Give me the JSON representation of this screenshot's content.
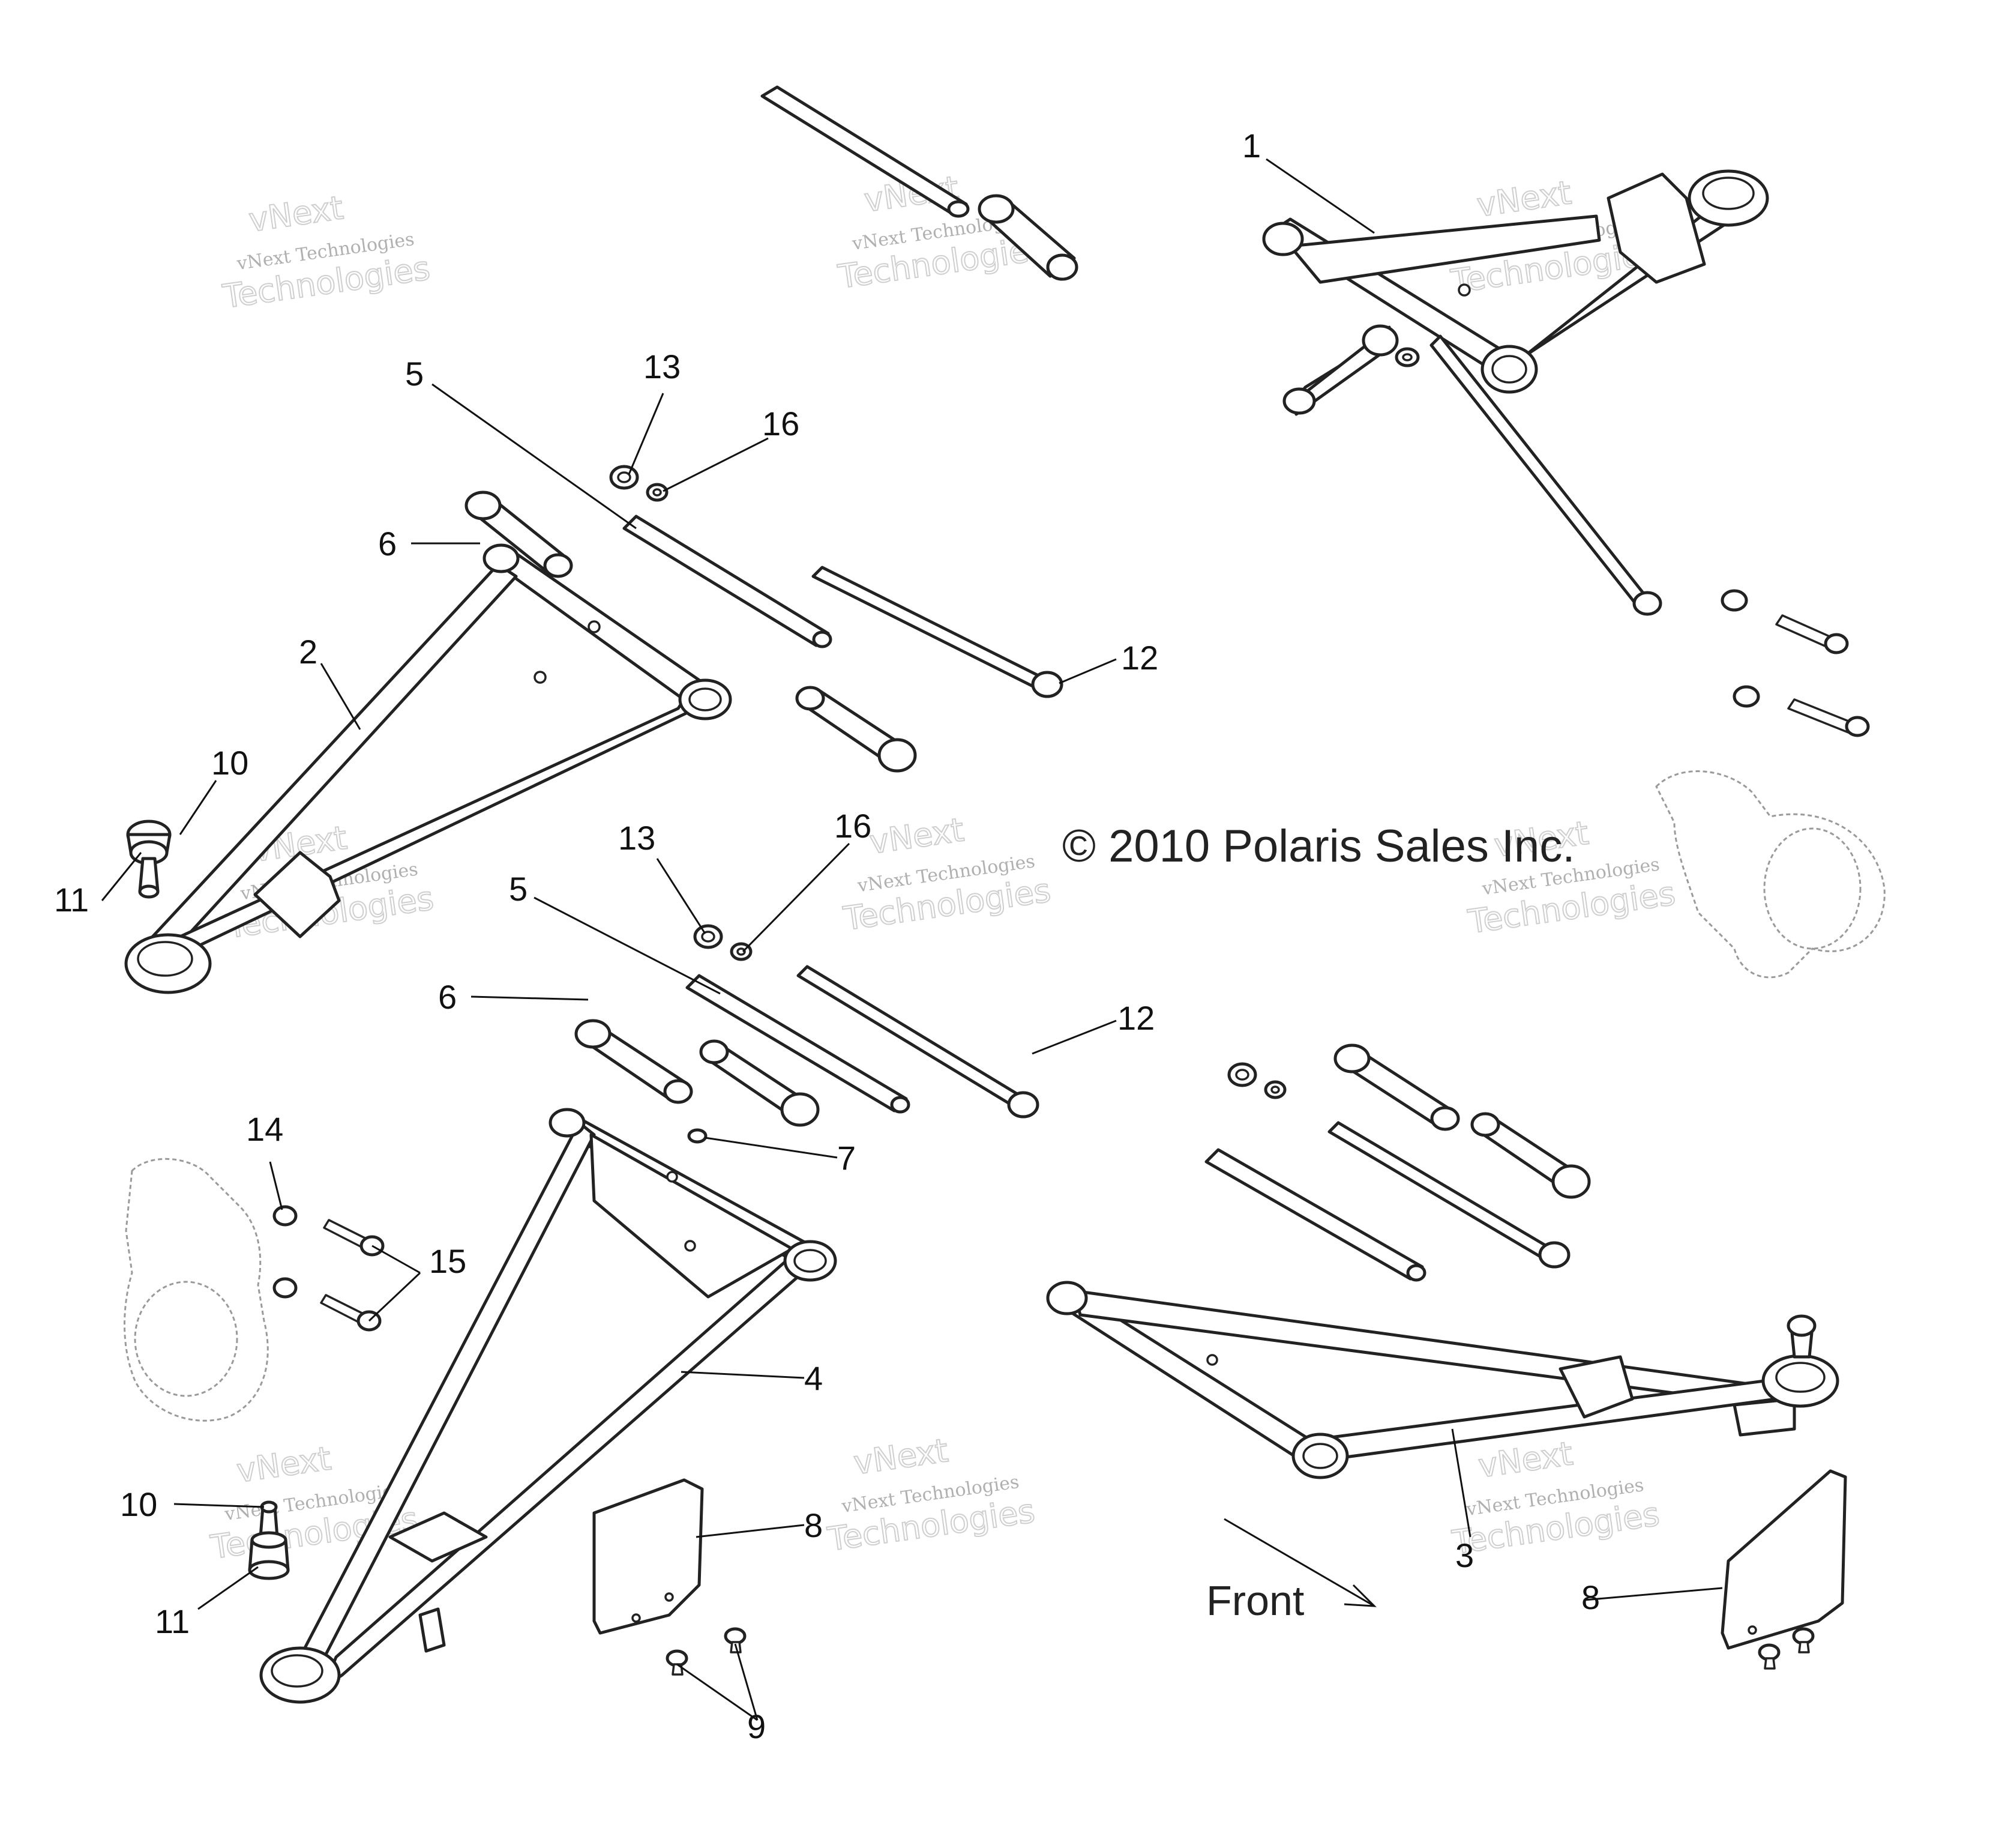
{
  "diagram": {
    "copyright": "© 2010 Polaris Sales Inc.",
    "front_label": "Front",
    "watermark": {
      "line1": "vNext",
      "line2": "vNext Technologies",
      "line3": "Technologies"
    },
    "callouts": {
      "c1": "1",
      "c2": "2",
      "c3": "3",
      "c4": "4",
      "c5a": "5",
      "c5b": "5",
      "c6a": "6",
      "c6b": "6",
      "c7": "7",
      "c8a": "8",
      "c8b": "8",
      "c9": "9",
      "c10a": "10",
      "c10b": "10",
      "c11a": "11",
      "c11b": "11",
      "c12a": "12",
      "c12b": "12",
      "c13a": "13",
      "c13b": "13",
      "c14": "14",
      "c15": "15",
      "c16a": "16",
      "c16b": "16"
    }
  }
}
